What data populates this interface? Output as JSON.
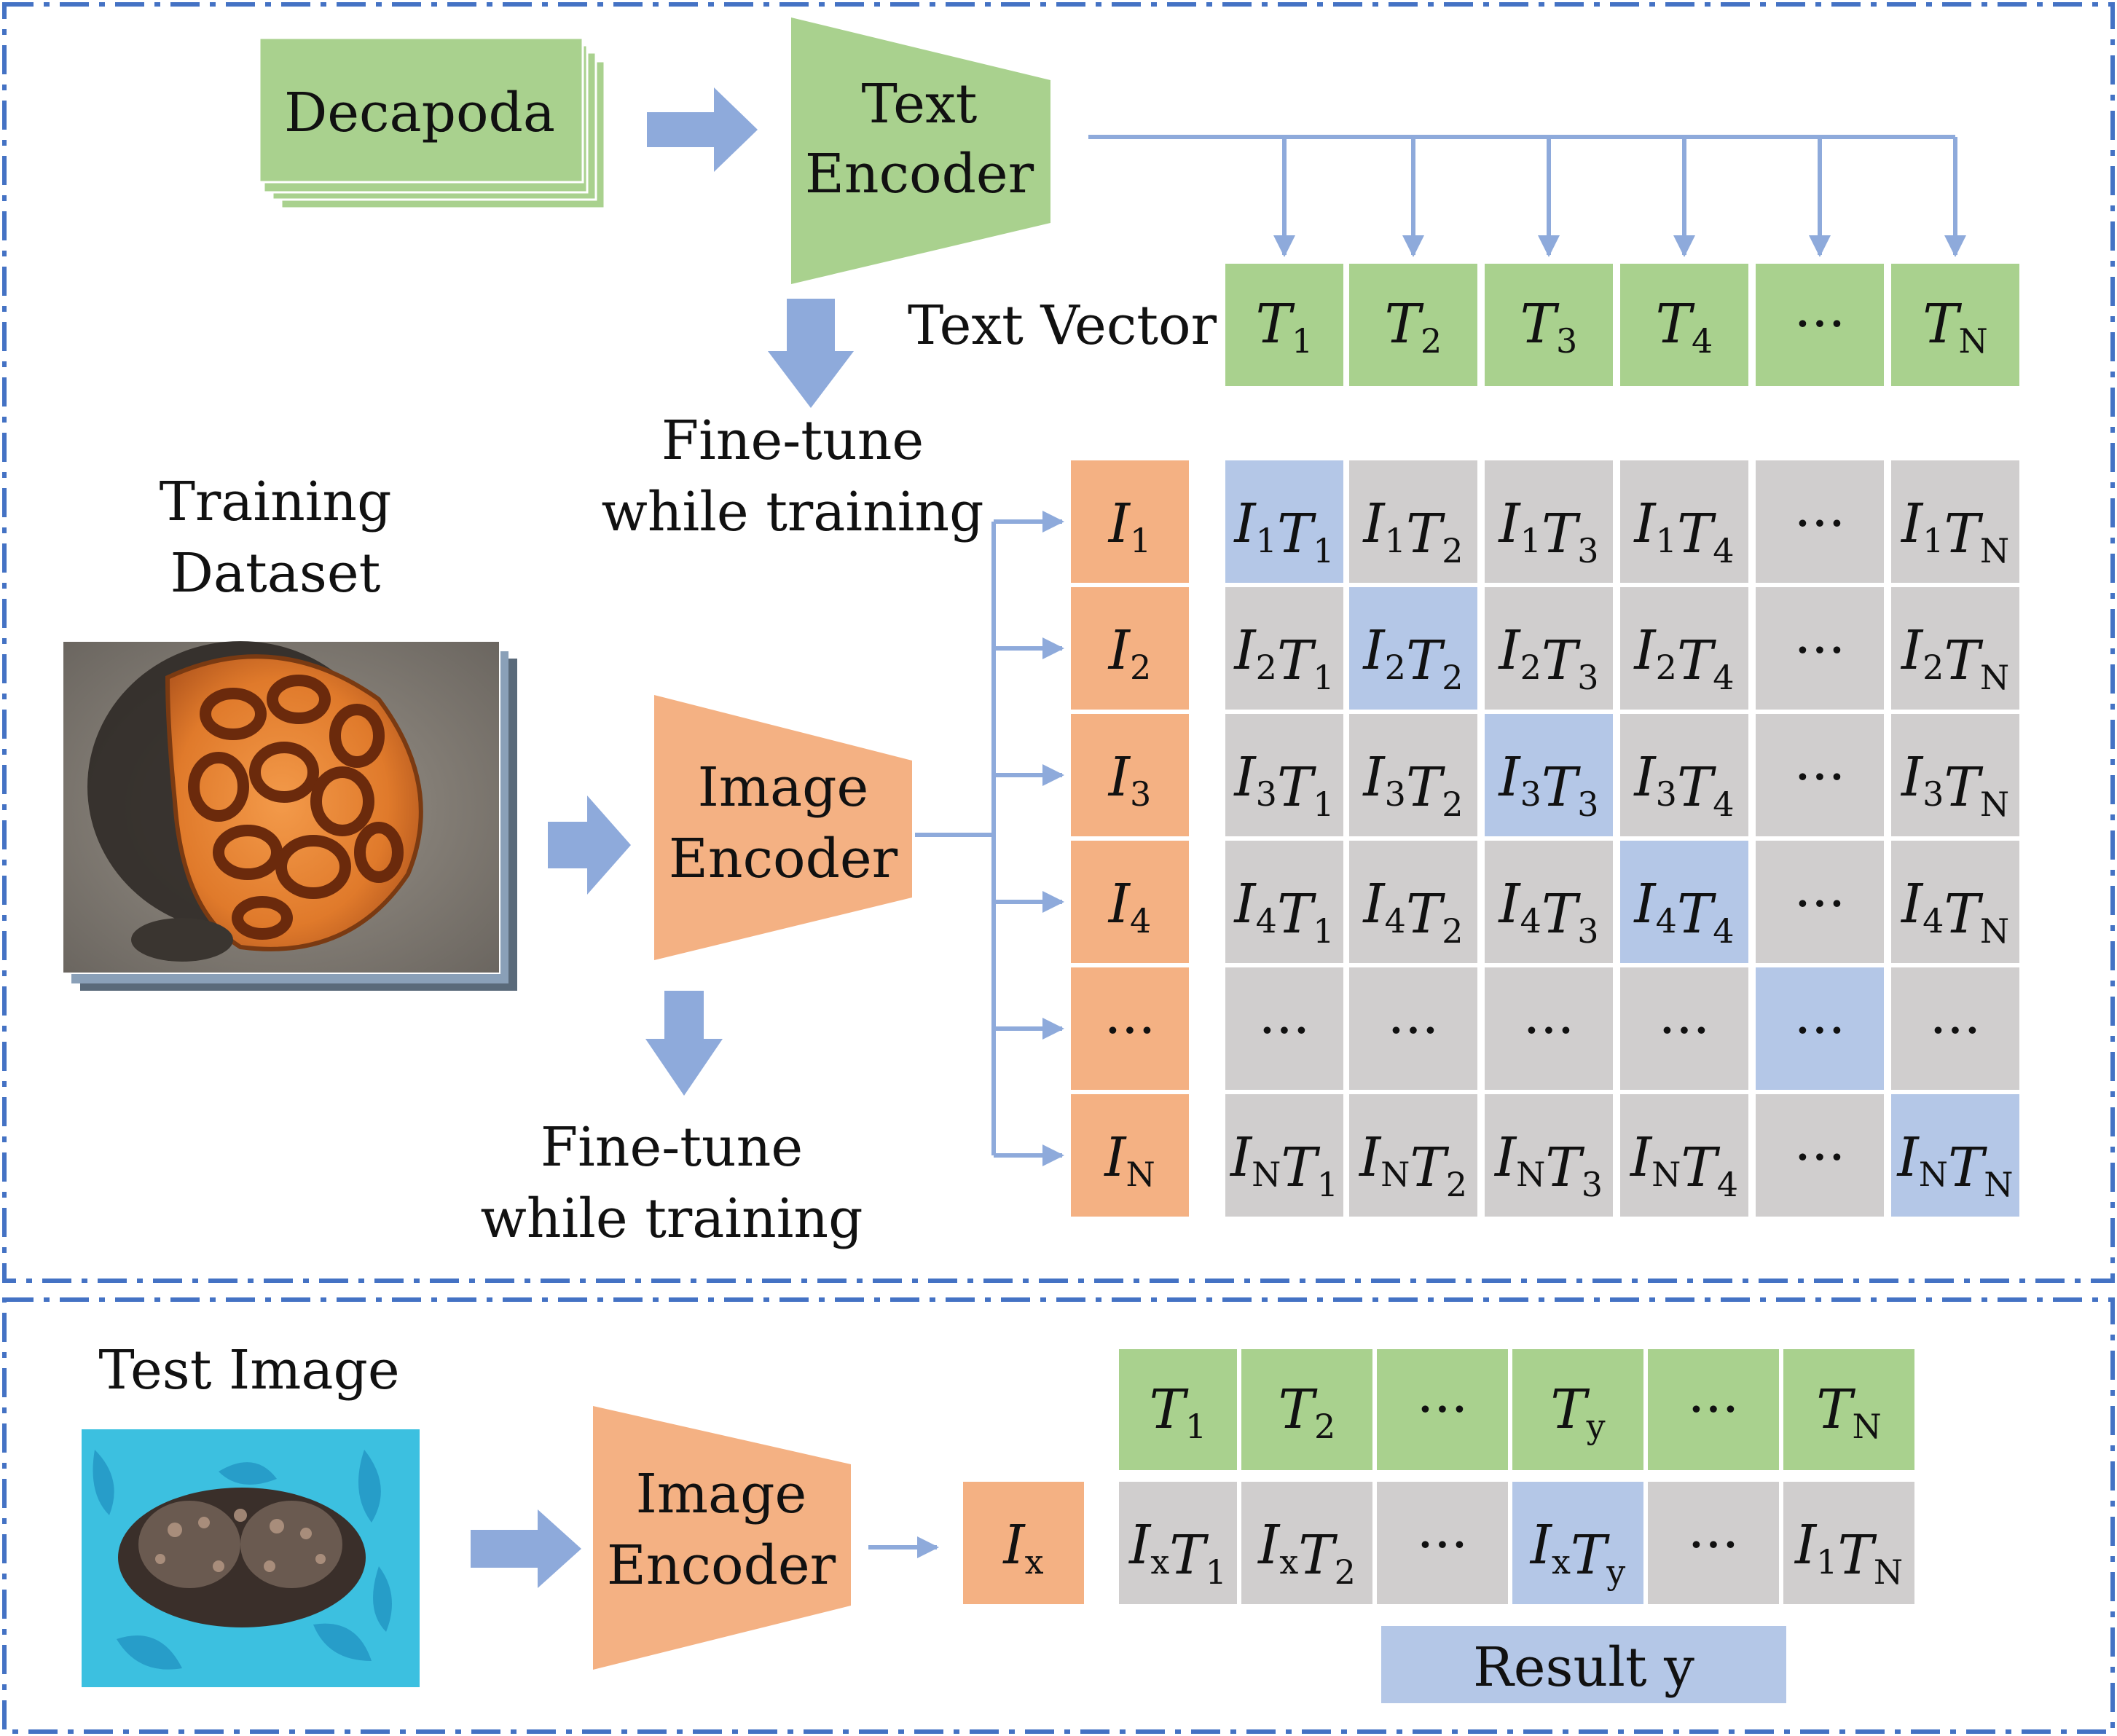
{
  "training": {
    "decapoda": "Decapoda",
    "text_encoder": [
      "Text",
      "Encoder"
    ],
    "text_vector": "Text Vector",
    "fine_tune_1": [
      "Fine-tune",
      "while training"
    ],
    "training_dataset": [
      "Training",
      "Dataset"
    ],
    "image_encoder": [
      "Image",
      "Encoder"
    ],
    "fine_tune_2": [
      "Fine-tune",
      "while training"
    ],
    "text_tokens": [
      {
        "b": "T",
        "s": "1"
      },
      {
        "b": "T",
        "s": "2"
      },
      {
        "b": "T",
        "s": "3"
      },
      {
        "b": "T",
        "s": "4"
      },
      {
        "b": "···",
        "s": ""
      },
      {
        "b": "T",
        "s": "N"
      }
    ],
    "image_tokens": [
      {
        "b": "I",
        "s": "1"
      },
      {
        "b": "I",
        "s": "2"
      },
      {
        "b": "I",
        "s": "3"
      },
      {
        "b": "I",
        "s": "4"
      },
      {
        "b": "···",
        "s": ""
      },
      {
        "b": "I",
        "s": "N"
      }
    ]
  },
  "test": {
    "test_image": "Test Image",
    "image_encoder": [
      "Image",
      "Encoder"
    ],
    "ix": {
      "b": "I",
      "s": "x"
    },
    "text_row": [
      [
        {
          "b": "T",
          "s": "1"
        }
      ],
      [
        {
          "b": "T",
          "s": "2"
        }
      ],
      [
        {
          "b": "···",
          "s": ""
        }
      ],
      [
        {
          "b": "T",
          "s": "y"
        }
      ],
      [
        {
          "b": "···",
          "s": ""
        }
      ],
      [
        {
          "b": "T",
          "s": "N"
        }
      ]
    ],
    "sim_row": [
      [
        {
          "b": "I",
          "s": "x"
        },
        {
          "b": "T",
          "s": "1"
        }
      ],
      [
        {
          "b": "I",
          "s": "x"
        },
        {
          "b": "T",
          "s": "2"
        }
      ],
      [
        {
          "b": "···",
          "s": ""
        }
      ],
      [
        {
          "b": "I",
          "s": "x"
        },
        {
          "b": "T",
          "s": "y"
        }
      ],
      [
        {
          "b": "···",
          "s": ""
        }
      ],
      [
        {
          "b": "I",
          "s": "1"
        },
        {
          "b": "T",
          "s": "N"
        }
      ]
    ],
    "highlight_index": 3,
    "result": "Result y"
  },
  "colors": {
    "green": "#a9d18e",
    "orange": "#f4b183",
    "blue_cell": "#b4c7e7",
    "gray_cell": "#d0cece",
    "arrow": "#8eaadb",
    "border": "#4472c4"
  }
}
